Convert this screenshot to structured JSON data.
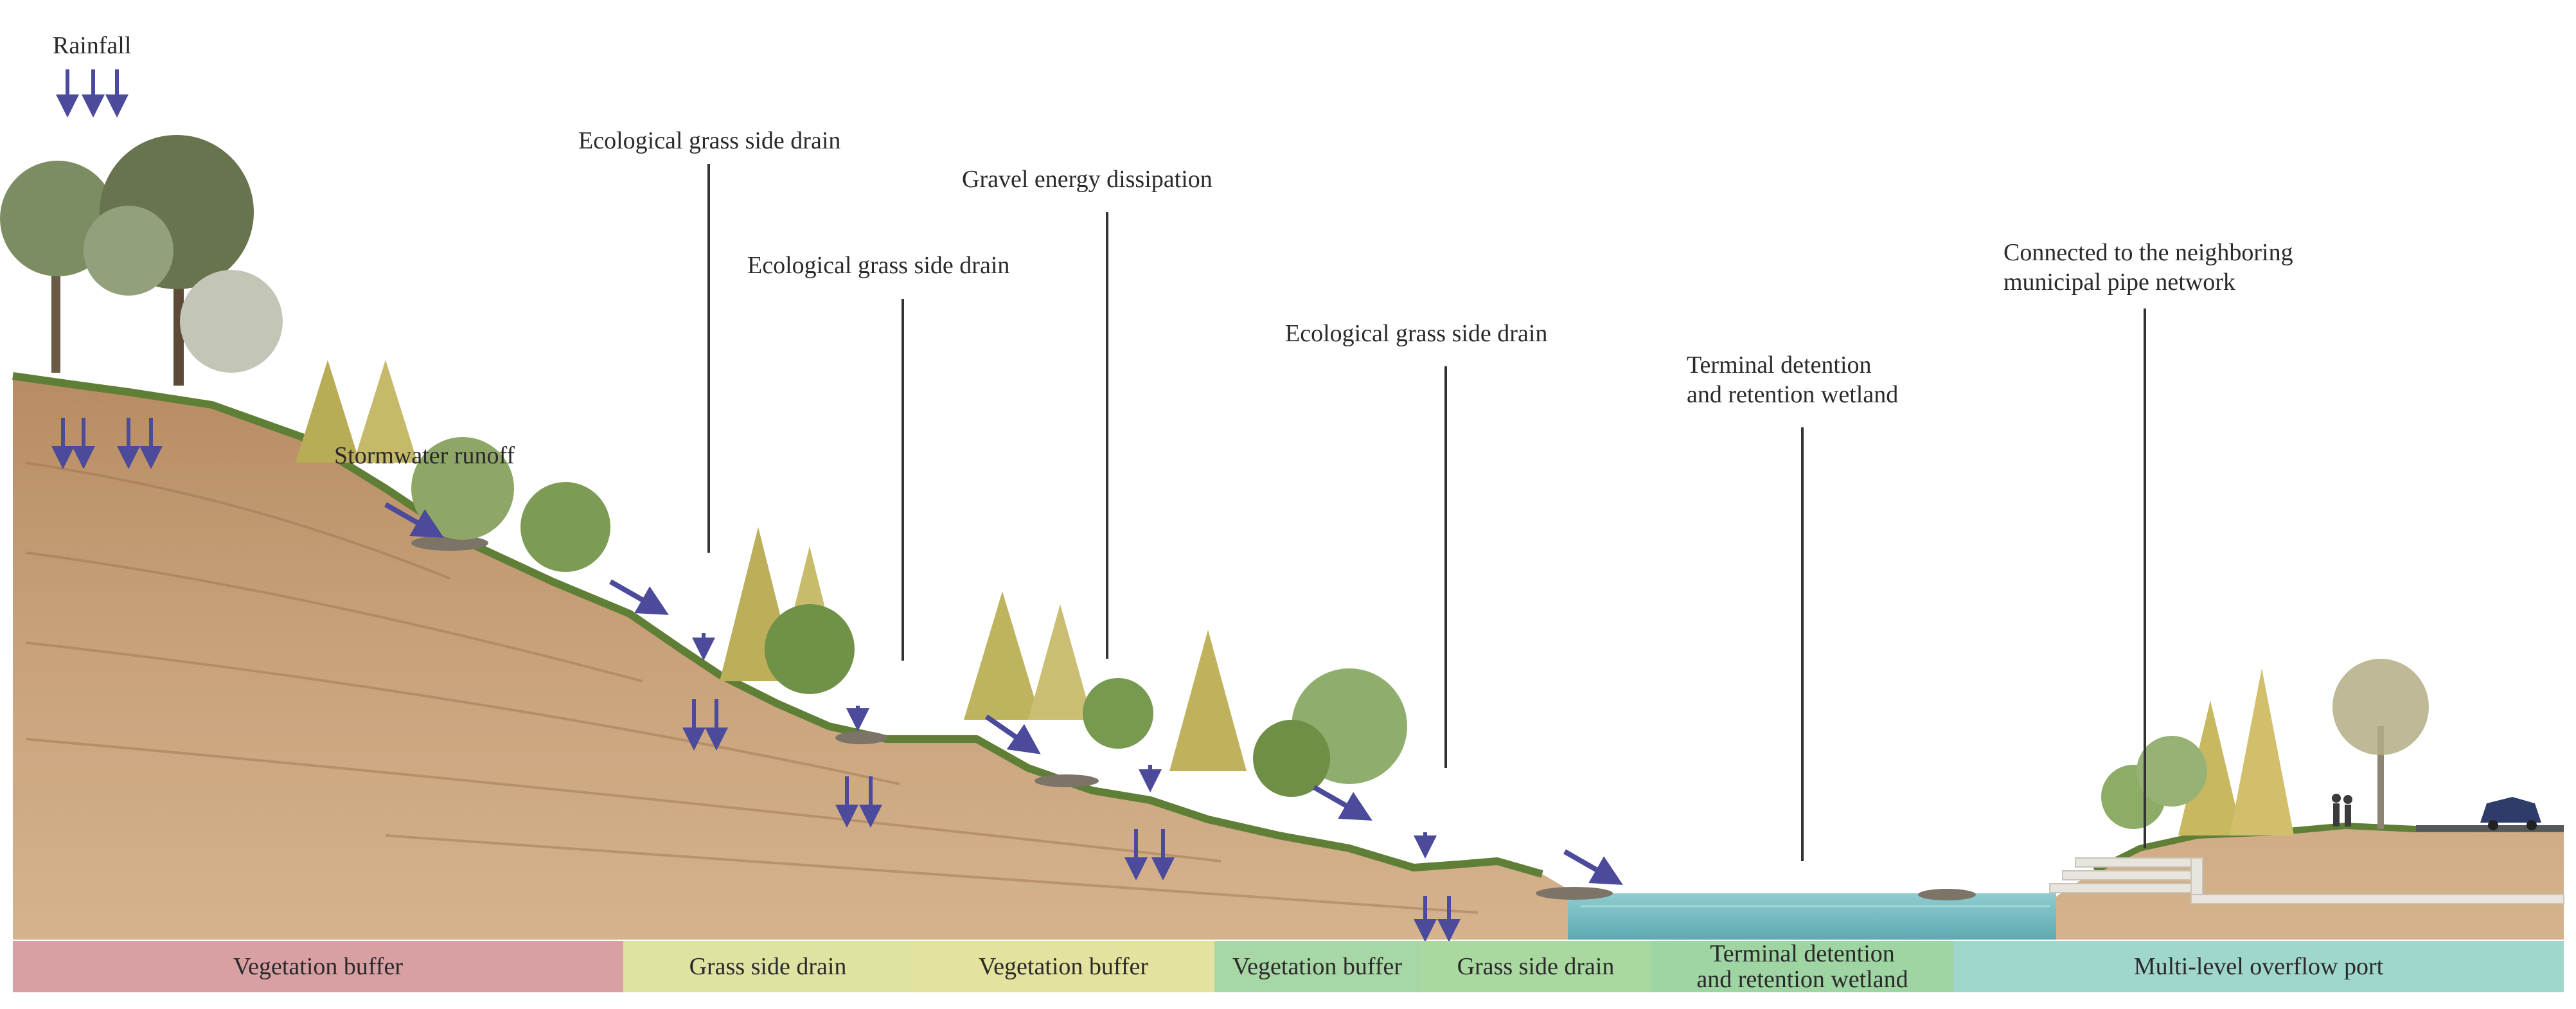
{
  "labels": {
    "rainfall": "Rainfall",
    "stormwater_runoff": "Stormwater runoff",
    "ecological_drain_1": "Ecological grass side drain",
    "ecological_drain_2": "Ecological grass side drain",
    "ecological_drain_3": "Ecological grass side drain",
    "gravel": "Gravel energy dissipation",
    "terminal_line1": "Terminal detention",
    "terminal_line2": "and retention wetland",
    "connected_line1": "Connected to the neighboring",
    "connected_line2": "municipal pipe network"
  },
  "bands": [
    {
      "label": "Vegetation buffer",
      "color": "#d9a0a4"
    },
    {
      "label": "Grass side drain",
      "color": "#dfe3a2"
    },
    {
      "label": "Vegetation buffer",
      "color": "#e3e29e"
    },
    {
      "label": "Vegetation buffer",
      "color": "#a7d7a5"
    },
    {
      "label": "Grass side drain",
      "color": "#a9d9a0"
    },
    {
      "label_line1": "Terminal detention",
      "label_line2": "and retention wetland",
      "color": "#9ed5a2"
    },
    {
      "label": "Multi-level overflow port",
      "color": "#9fd7cc"
    }
  ],
  "colors": {
    "arrow": "#4b4a9b",
    "soil_light": "#c9a27b",
    "soil_dark": "#9b7150",
    "water": "#7fc3c6",
    "grass": "#6f8f3f"
  },
  "icons": [
    "rain-arrow-icon",
    "runoff-arrow-icon",
    "infiltration-arrow-icon",
    "car-icon",
    "pedestrian-icon"
  ]
}
